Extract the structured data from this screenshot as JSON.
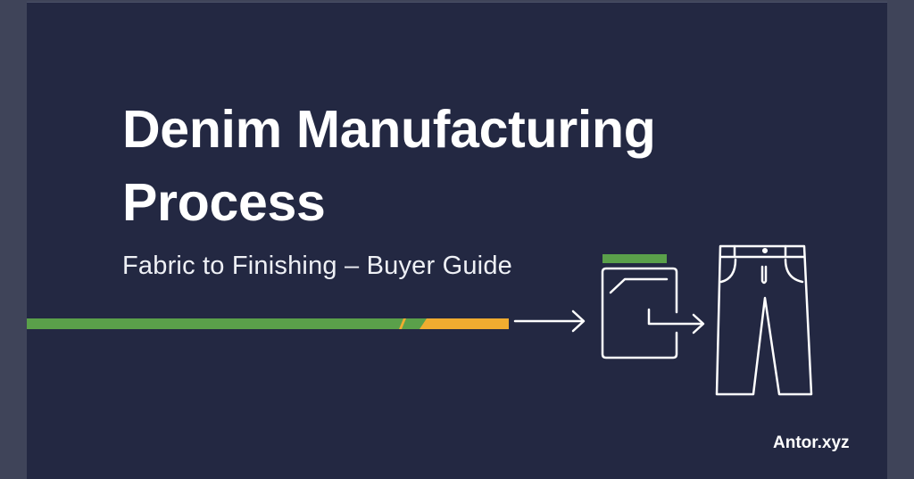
{
  "slide": {
    "title_line1": "Denim Manufacturing",
    "title_line2": "Process",
    "subtitle": "Fabric to Finishing – Buyer Guide",
    "brand": "Antor.xyz"
  },
  "colors": {
    "background": "#232842",
    "frame": "#3f4459",
    "text": "#ffffff",
    "accent_green": "#5aa04a",
    "accent_orange": "#f0ac30",
    "icon_stroke": "#ffffff"
  },
  "icons": {
    "progress_bar": "green-to-orange-progress-bar",
    "arrow": "arrow-right-icon",
    "fabric": "fabric-bolt-icon",
    "garment": "jeans-icon"
  }
}
